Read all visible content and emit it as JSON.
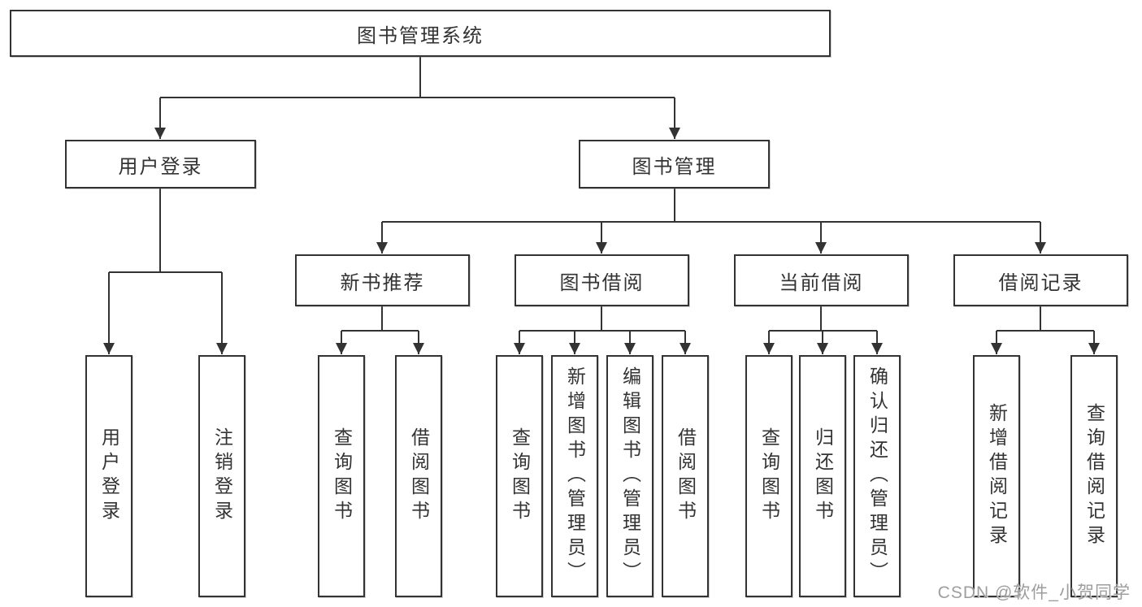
{
  "tree": {
    "root": {
      "label": "图书管理系统",
      "children": [
        {
          "label": "用户登录",
          "children": [
            {
              "label": "用户登录"
            },
            {
              "label": "注销登录"
            }
          ]
        },
        {
          "label": "图书管理",
          "children": [
            {
              "label": "新书推荐",
              "children": [
                {
                  "label": "查询图书"
                },
                {
                  "label": "借阅图书"
                }
              ]
            },
            {
              "label": "图书借阅",
              "children": [
                {
                  "label": "查询图书"
                },
                {
                  "label": "新增图书（管理员）"
                },
                {
                  "label": "编辑图书（管理员）"
                },
                {
                  "label": "借阅图书"
                }
              ]
            },
            {
              "label": "当前借阅",
              "children": [
                {
                  "label": "查询图书"
                },
                {
                  "label": "归还图书"
                },
                {
                  "label": "确认归还（管理员）"
                }
              ]
            },
            {
              "label": "借阅记录",
              "children": [
                {
                  "label": "新增借阅记录"
                },
                {
                  "label": "查询借阅记录"
                }
              ]
            }
          ]
        }
      ]
    }
  },
  "colors": {
    "line": "#333333",
    "text": "#333333",
    "background": "#ffffff",
    "watermark": "#9e9e9e"
  },
  "watermark": "CSDN @软件_小贺同学"
}
